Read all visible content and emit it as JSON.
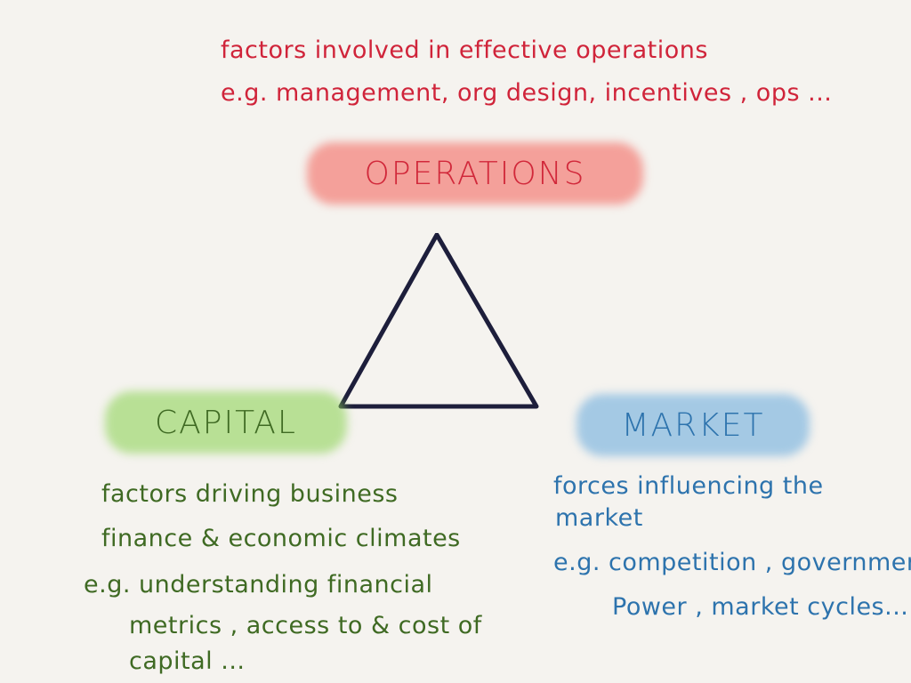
{
  "operations": {
    "note_line1": "factors involved in effective operations",
    "note_line2": "e.g. management, org design, incentives , ops ...",
    "label": "OPERATIONS",
    "color": "#d1283a",
    "wash_color": "#f3695f"
  },
  "capital": {
    "label": "CAPITAL",
    "color": "#3f6a23",
    "wash_color": "#8cd255",
    "note_line1": "factors driving business",
    "note_line2": "finance & economic climates",
    "note_line3": "e.g. understanding financial",
    "note_line4": "metrics , access to & cost of",
    "note_line5": "capital ..."
  },
  "market": {
    "label": "MARKET",
    "color": "#2d73ad",
    "wash_color": "#69aadc",
    "note_line1": "forces influencing the",
    "note_line2": "market",
    "note_line3": "e.g. competition , government,",
    "note_line4": "Power , market cycles..."
  }
}
